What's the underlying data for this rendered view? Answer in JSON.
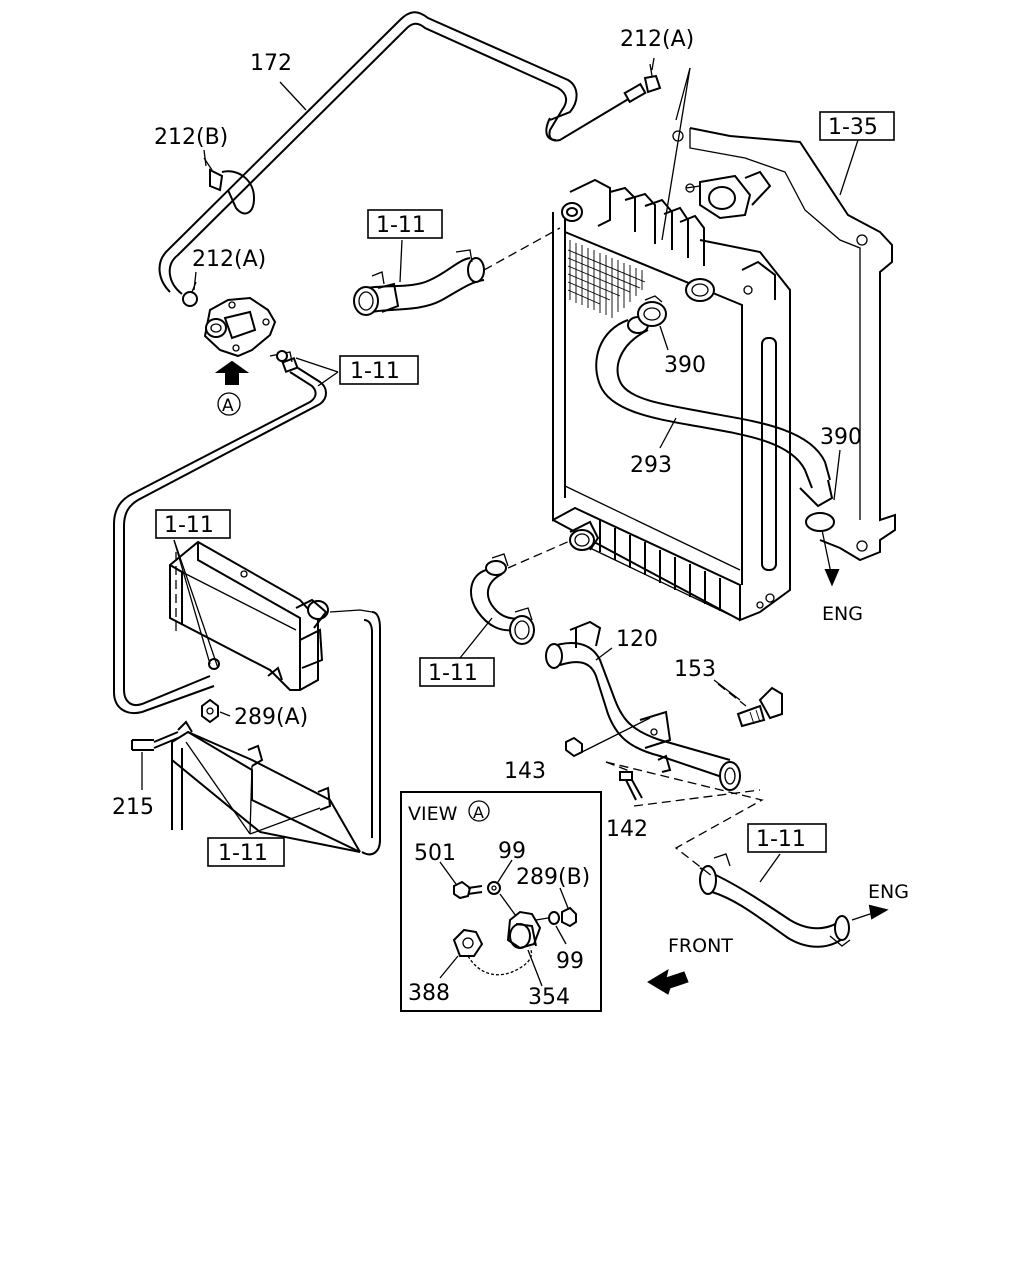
{
  "diagram": {
    "labels": {
      "p172": "172",
      "p212b": "212(B)",
      "p212a_top": "212(A)",
      "p212a_left": "212(A)",
      "p135": "1-35",
      "p111_upper_hose": "1-11",
      "p111_reservoir_hose": "1-11",
      "p111_tank": "1-11",
      "p111_lower_hose": "1-11",
      "p111_bracket": "1-11",
      "p111_engine_hose": "1-11",
      "p390_upper": "390",
      "p390_lower": "390",
      "p293": "293",
      "p120": "120",
      "p153": "153",
      "p143": "143",
      "p142": "142",
      "p289a": "289(A)",
      "p215": "215",
      "eng_1": "ENG",
      "eng_2": "ENG",
      "front": "FRONT",
      "view_a_marker": "A"
    },
    "view_a": {
      "title": "VIEW",
      "marker": "A",
      "labels": {
        "p501": "501",
        "p99_top": "99",
        "p289b": "289(B)",
        "p99_right": "99",
        "p388": "388",
        "p354": "354"
      }
    }
  }
}
